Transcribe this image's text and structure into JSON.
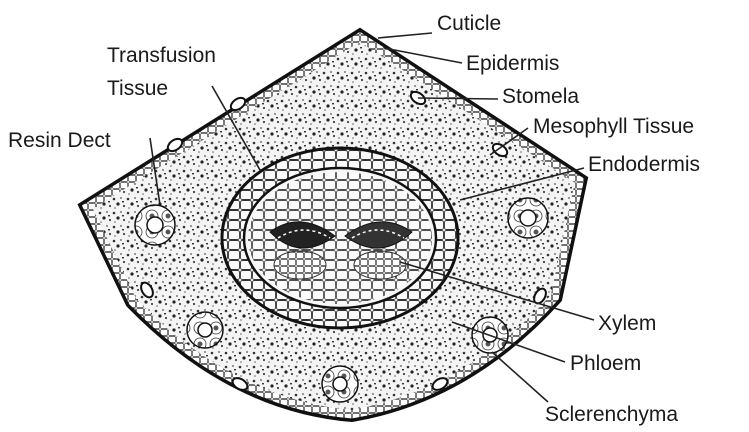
{
  "diagram": {
    "labels": {
      "cuticle": "Cuticle",
      "epidermis": "Epidermis",
      "stomela": "Stomela",
      "mesophyll": "Mesophyll Tissue",
      "endodermis": "Endodermis",
      "transfusion_line1": "Transfusion",
      "transfusion_line2": "Tissue",
      "resin": "Resin Dect",
      "xylem": "Xylem",
      "phloem": "Phloem",
      "sclerenchyma": "Sclerenchyma"
    }
  }
}
